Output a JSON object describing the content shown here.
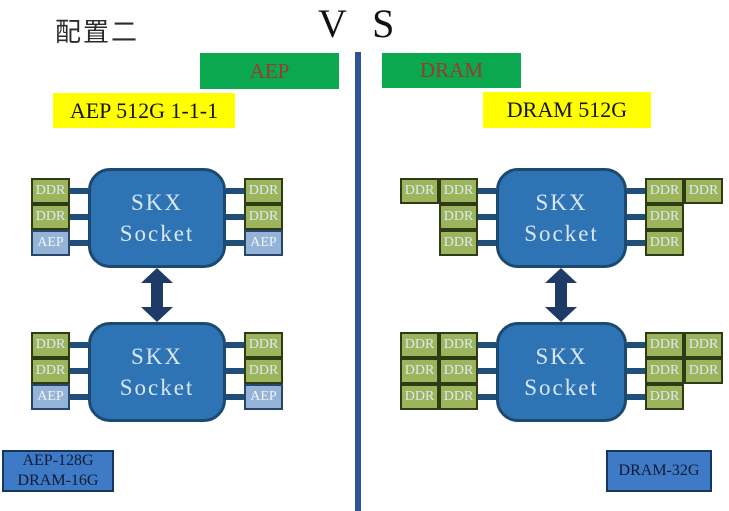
{
  "header": {
    "title": "配置二",
    "vs": "V S"
  },
  "left_panel": {
    "banner_label": "AEP",
    "subtitle_label": "AEP 512G 1-1-1",
    "summary_lines": [
      "AEP-128G",
      "DRAM-16G"
    ],
    "sockets": [
      {
        "label": [
          "SKX",
          "Socket"
        ],
        "left_rows": [
          [
            "DDR"
          ],
          [
            "DDR"
          ],
          [
            "AEP"
          ]
        ],
        "right_rows": [
          [
            "DDR"
          ],
          [
            "DDR"
          ],
          [
            "AEP"
          ]
        ]
      },
      {
        "label": [
          "SKX",
          "Socket"
        ],
        "left_rows": [
          [
            "DDR"
          ],
          [
            "DDR"
          ],
          [
            "AEP"
          ]
        ],
        "right_rows": [
          [
            "DDR"
          ],
          [
            "DDR"
          ],
          [
            "AEP"
          ]
        ]
      }
    ]
  },
  "right_panel": {
    "banner_label": "DRAM",
    "subtitle_label": "DRAM 512G",
    "summary_lines": [
      "DRAM-32G"
    ],
    "sockets": [
      {
        "label": [
          "SKX",
          "Socket"
        ],
        "left_rows": [
          [
            "DDR",
            "DDR"
          ],
          [
            "DDR"
          ],
          [
            "DDR"
          ]
        ],
        "right_rows": [
          [
            "DDR",
            "DDR"
          ],
          [
            "DDR"
          ],
          [
            "DDR"
          ]
        ]
      },
      {
        "label": [
          "SKX",
          "Socket"
        ],
        "left_rows": [
          [
            "DDR",
            "DDR"
          ],
          [
            "DDR",
            "DDR"
          ],
          [
            "DDR",
            "DDR"
          ]
        ],
        "right_rows": [
          [
            "DDR",
            "DDR"
          ],
          [
            "DDR",
            "DDR"
          ],
          [
            "DDR"
          ]
        ]
      }
    ]
  },
  "colors": {
    "banner_green": "#0aa84f",
    "banner_text_red": "#9c3a2c",
    "subtitle_yellow": "#ffff00",
    "socket_blue": "#2e74b5",
    "socket_border": "#1c4970",
    "ddr_green": "#9cb55c",
    "aep_blue": "#95b3d7",
    "connector_navy": "#1f4e79",
    "arrow_navy": "#1e3a66",
    "divider_blue": "#2e5496",
    "summary_blue": "#3f7ac6"
  }
}
